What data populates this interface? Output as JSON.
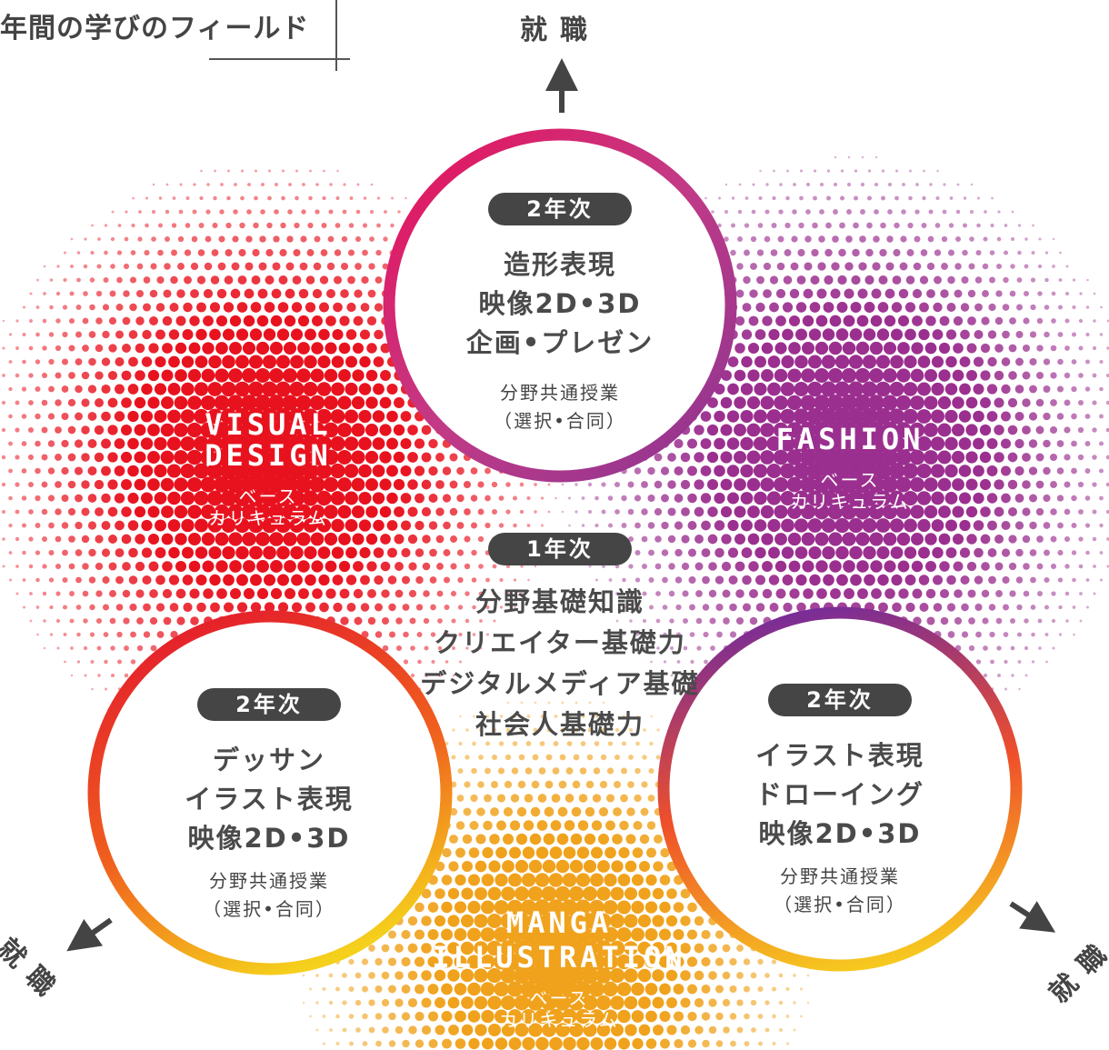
{
  "header": {
    "title": "年間の学びのフィールド"
  },
  "career": {
    "top": "就職",
    "left": "就職",
    "right": "就職"
  },
  "fields": {
    "visual": {
      "name": "VISUAL\nDESIGN",
      "sub": "ベース\nカリキュラム",
      "color": "#e8121e"
    },
    "fashion": {
      "name": "FASHION",
      "sub": "ベース\nカリキュラム",
      "color": "#9b2f8f"
    },
    "manga": {
      "name": "MANGA\nILLUSTRATION",
      "sub": "ベース\nカリキュラム",
      "color": "#f0a21c"
    }
  },
  "circles": {
    "top": {
      "year": "2年次",
      "lines": [
        "造形表現",
        "映像2D•3D",
        "企画•プレゼン"
      ],
      "sub": [
        "分野共通授業",
        "（選択•合同）"
      ]
    },
    "left": {
      "year": "2年次",
      "lines": [
        "デッサン",
        "イラスト表現",
        "映像2D•3D"
      ],
      "sub": [
        "分野共通授業",
        "（選択•合同）"
      ]
    },
    "right": {
      "year": "2年次",
      "lines": [
        "イラスト表現",
        "ドローイング",
        "映像2D•3D"
      ],
      "sub": [
        "分野共通授業",
        "（選択•合同）"
      ]
    }
  },
  "center": {
    "year": "1年次",
    "lines": [
      "分野基礎知識",
      "クリエイター基礎力",
      "デジタルメディア基礎",
      "社会人基礎力"
    ]
  }
}
